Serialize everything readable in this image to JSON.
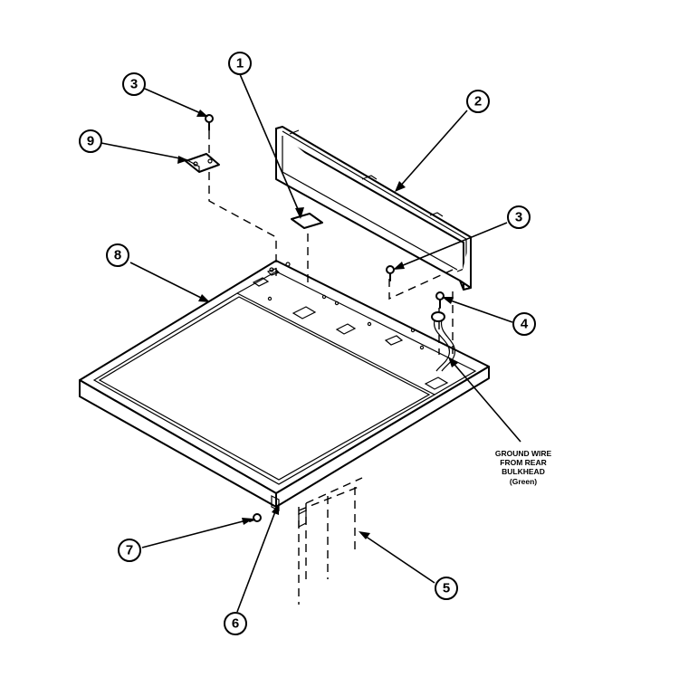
{
  "callouts": [
    {
      "id": "c1",
      "label": "1"
    },
    {
      "id": "c2",
      "label": "2"
    },
    {
      "id": "c3a",
      "label": "3"
    },
    {
      "id": "c3b",
      "label": "3"
    },
    {
      "id": "c4",
      "label": "4"
    },
    {
      "id": "c5",
      "label": "5"
    },
    {
      "id": "c6",
      "label": "6"
    },
    {
      "id": "c7",
      "label": "7"
    },
    {
      "id": "c8",
      "label": "8"
    },
    {
      "id": "c9",
      "label": "9"
    }
  ],
  "note": {
    "lines": [
      "GROUND WIRE",
      "FROM REAR",
      "BULKHEAD",
      "(Green)"
    ]
  }
}
